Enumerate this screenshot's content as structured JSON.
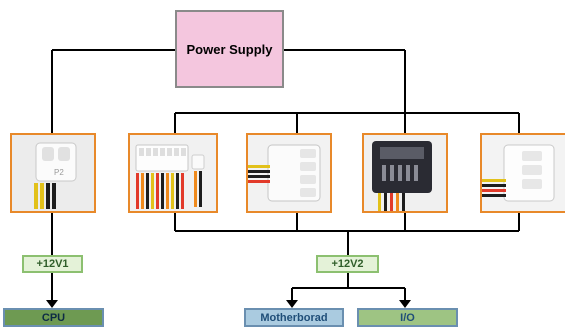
{
  "diagram": {
    "source": {
      "label": "Power Supply",
      "fill": "#f4c6de"
    },
    "connectors": [
      {
        "id": "p2",
        "kind": "4-pin 12V CPU connector",
        "marking": "P2"
      },
      {
        "id": "atx",
        "kind": "24-pin ATX connector"
      },
      {
        "id": "molex",
        "kind": "4-pin peripheral connector"
      },
      {
        "id": "sata",
        "kind": "SATA power connector"
      },
      {
        "id": "peripheral-2",
        "kind": "4-pin peripheral connector (partial)"
      }
    ],
    "rails": [
      {
        "id": "rail-1",
        "label": "+12V1"
      },
      {
        "id": "rail-2",
        "label": "+12V2"
      }
    ],
    "destinations": [
      {
        "id": "cpu",
        "label": "CPU"
      },
      {
        "id": "motherboard",
        "label": "Motherborad"
      },
      {
        "id": "io",
        "label": "I/O"
      }
    ],
    "colors": {
      "photo_border": "#e8892a",
      "rail_fill": "#e4f2d8",
      "rail_border": "#8cc070",
      "rail_text": "#2f5e2a"
    }
  }
}
